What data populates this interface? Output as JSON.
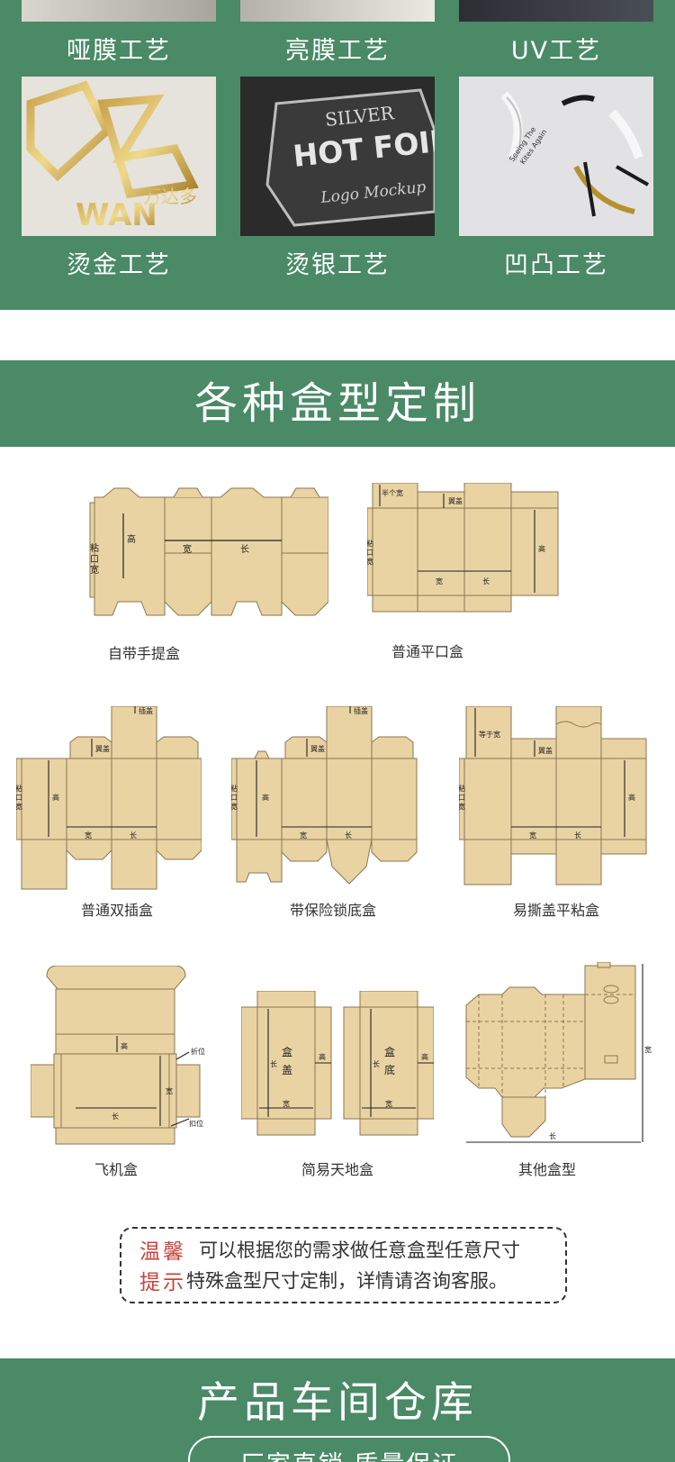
{
  "crafts": {
    "row1": [
      "哑膜工艺",
      "亮膜工艺",
      "UV工艺"
    ],
    "row2": [
      "烫金工艺",
      "烫银工艺",
      "凹凸工艺"
    ],
    "silver_sample": {
      "line1": "SILVER",
      "line2": "HOT FOIL",
      "line3": "Logo Mockup"
    },
    "gold_sample": {
      "brand": "WAN",
      "cn": "万达多"
    },
    "emboss_sample": {
      "text1": "Seeing The",
      "text2": "Kites Again"
    }
  },
  "boxes": {
    "title": "各种盒型定制",
    "items": [
      "自带手提盒",
      "普通平口盒",
      "普通双插盒",
      "带保险锁底盒",
      "易撕盖平粘盒",
      "飞机盒",
      "简易天地盒",
      "其他盒型"
    ],
    "dims": {
      "gao": "高",
      "kuan": "宽",
      "chang": "长",
      "tie": "粘",
      "kou": "口",
      "half_width": "半个宽",
      "yigai": "翼盖",
      "chagai": "插盖",
      "dengyu": "等于宽",
      "zhewei": "折位",
      "kouwei": "扣位",
      "he": "盒",
      "gai": "盖",
      "di": "底"
    }
  },
  "tip": {
    "w1": "温馨",
    "w2": "提示",
    "line1": "可以根据您的需求做任意盒型任意尺寸",
    "line2": "特殊盒型尺寸定制，详情请咨询客服。"
  },
  "workshop": {
    "title": "产品车间仓库",
    "tagline": "厂家直销 质量保证"
  },
  "colors": {
    "green": "#4a8a66",
    "kraft": "#ead3a3",
    "outline": "#8a7550",
    "accent": "#c9433d"
  }
}
